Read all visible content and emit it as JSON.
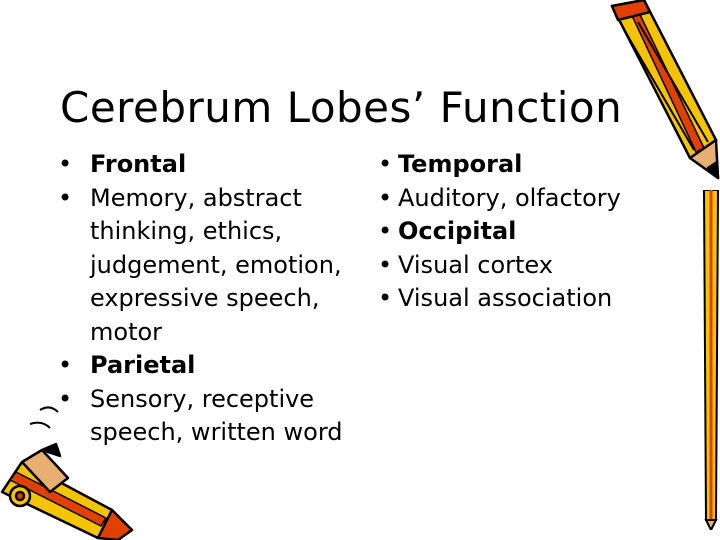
{
  "slide": {
    "title": "Cerebrum Lobes’ Function",
    "left_items": [
      {
        "text": "Frontal",
        "bold": true
      },
      {
        "text": "Memory, abstract thinking, ethics, judgement, emotion, expressive speech, motor",
        "bold": false
      },
      {
        "text": "Parietal",
        "bold": true
      },
      {
        "text": "Sensory, receptive speech, written word",
        "bold": false
      }
    ],
    "right_items": [
      {
        "text": "Temporal",
        "bold": true
      },
      {
        "text": "Auditory, olfactory",
        "bold": false
      },
      {
        "text": "Occipital",
        "bold": true
      },
      {
        "text": "Visual cortex",
        "bold": false
      },
      {
        "text": "Visual association",
        "bold": false
      }
    ],
    "bullet": "•"
  },
  "clipart": {
    "top_right": "pencil-icon",
    "bottom_left": "pencil-icon",
    "right_edge": "pencil-icon",
    "colors": {
      "body": "#f5c400",
      "stripe": "#e04000",
      "tip": "#e8b070",
      "outline": "#000000"
    }
  }
}
